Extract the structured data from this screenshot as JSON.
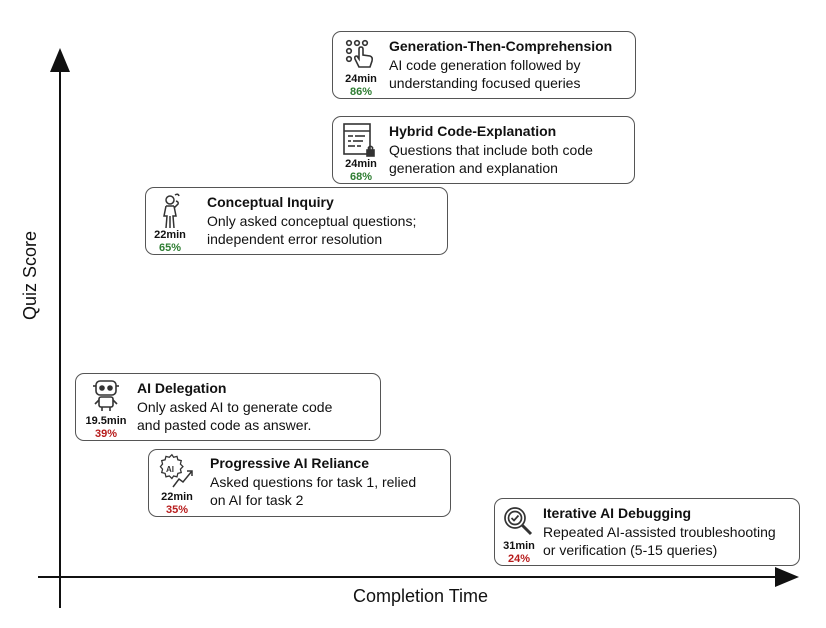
{
  "axes": {
    "x_label": "Completion Time",
    "y_label": "Quiz Score"
  },
  "colors": {
    "good": "#2e7d32",
    "bad": "#b71c1c",
    "border": "#555555"
  },
  "cards": [
    {
      "icon": "pointer-hand-grid-icon",
      "time": "24min",
      "score": "86%",
      "tone": "good",
      "title": "Generation-Then-Comprehension",
      "desc1": "AI code generation followed by",
      "desc2": "understanding focused queries"
    },
    {
      "icon": "code-document-icon",
      "time": "24min",
      "score": "68%",
      "tone": "good",
      "title": "Hybrid Code-Explanation",
      "desc1": "Questions that include both code",
      "desc2": "generation and explanation"
    },
    {
      "icon": "thinking-person-icon",
      "time": "22min",
      "score": "65%",
      "tone": "good",
      "title": "Conceptual Inquiry",
      "desc1": "Only asked conceptual questions;",
      "desc2": "independent error resolution"
    },
    {
      "icon": "robot-icon",
      "time": "19.5min",
      "score": "39%",
      "tone": "bad",
      "title": "AI Delegation",
      "desc1": "Only asked AI to generate code",
      "desc2": "and pasted code as answer."
    },
    {
      "icon": "ai-trend-icon",
      "time": "22min",
      "score": "35%",
      "tone": "bad",
      "title": "Progressive AI Reliance",
      "desc1": "Asked questions for task 1, relied",
      "desc2": "on AI for task 2"
    },
    {
      "icon": "magnifier-check-icon",
      "time": "31min",
      "score": "24%",
      "tone": "bad",
      "title": "Iterative AI Debugging",
      "desc1": "Repeated AI-assisted troubleshooting",
      "desc2": "or verification (5-15 queries)"
    }
  ]
}
